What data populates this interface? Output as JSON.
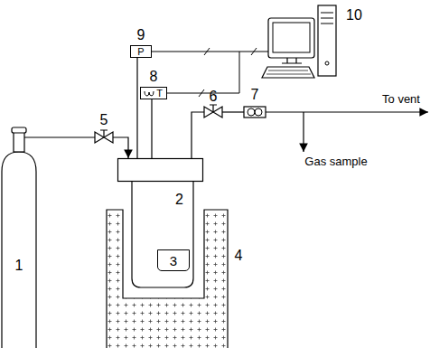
{
  "diagram": {
    "nodes": [
      {
        "text": [
          "P"
        ]
      },
      {
        "text": [
          "T"
        ]
      },
      {
        "text": [
          "2"
        ]
      },
      {
        "text": [
          "3"
        ],
        "in": 2
      }
    ],
    "edges": [
      {
        "from": 0,
        "to": 2,
        "arrow": "none"
      },
      {
        "from": 1,
        "to": 2,
        "arrow": "none"
      }
    ],
    "labels": [
      "9",
      "10",
      "8",
      "5",
      "6",
      "7",
      "To vent",
      "Gas sample",
      "1",
      "4"
    ]
  }
}
